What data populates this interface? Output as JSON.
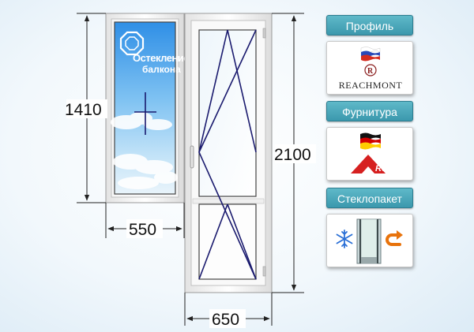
{
  "dimensions": {
    "left_height": "1410",
    "right_height": "2100",
    "left_width": "550",
    "right_width": "650"
  },
  "logo": {
    "line1": "Остекление",
    "line2": "балкона"
  },
  "panels": [
    {
      "title": "Профиль",
      "brand": "REACHMONT",
      "flag": "russia-flag-icon"
    },
    {
      "title": "Фурнитура",
      "brand": "Roto",
      "flag": "germany-flag-icon"
    },
    {
      "title": "Стеклопакет",
      "icons": [
        "snowflake-icon",
        "glass-unit-icon",
        "heat-return-icon"
      ]
    }
  ],
  "colors": {
    "frame": "#ffffff",
    "sash_lines": "#1a1a6e",
    "panel_header": "#4aa7bb",
    "roto_red": "#d62020"
  }
}
